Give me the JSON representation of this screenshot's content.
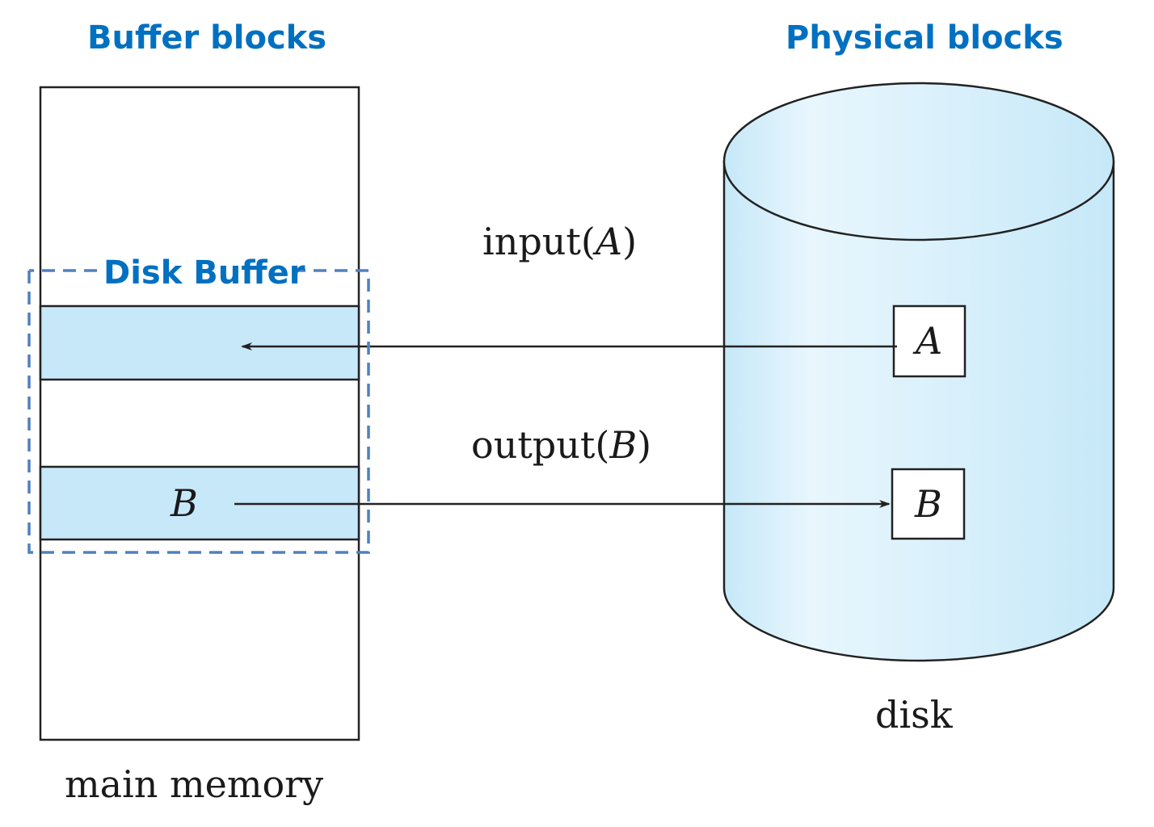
{
  "headings": {
    "buffer_blocks": "Buffer blocks",
    "physical_blocks": "Physical blocks",
    "disk_buffer": "Disk Buffer"
  },
  "labels": {
    "main_memory": "main memory",
    "disk": "disk"
  },
  "operations": {
    "input": {
      "name": "input",
      "arg": "A",
      "open": "(",
      "close": ")"
    },
    "output": {
      "name": "output",
      "arg": "B",
      "open": "(",
      "close": ")"
    }
  },
  "blocks": {
    "memory_block_b": "B",
    "disk_block_a": "A",
    "disk_block_b": "B"
  },
  "colors": {
    "heading": "#0070c0",
    "buffer_fill": "#c7e8f9",
    "dashed_box": "#4f81bd",
    "disk_light": "#e8f6fd",
    "disk_dark": "#c6e8f8",
    "stroke": "#222222"
  }
}
